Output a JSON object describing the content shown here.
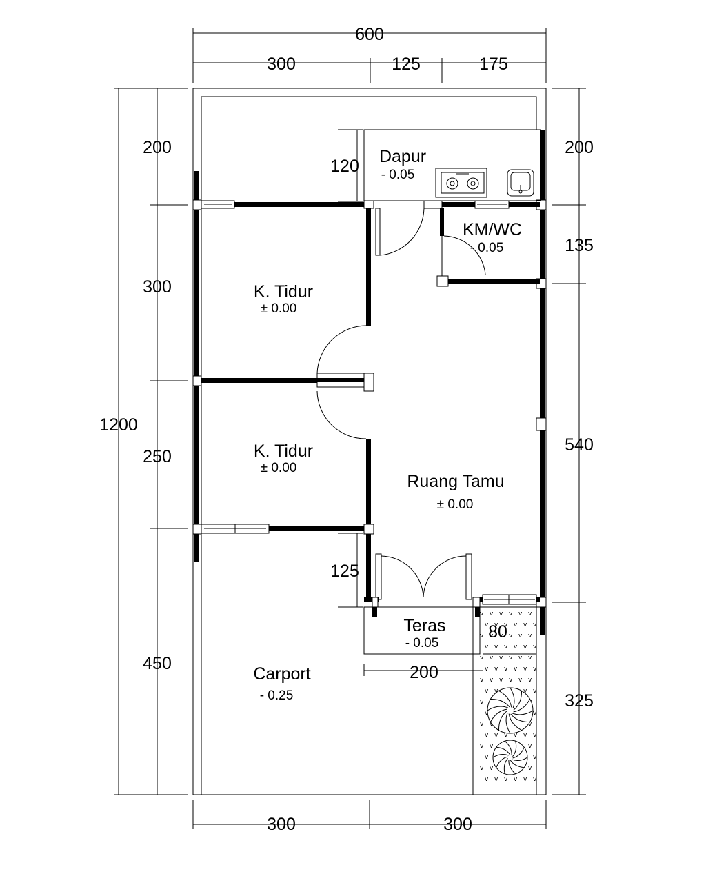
{
  "plan": {
    "total_width": "600",
    "total_length": "1200",
    "top_segments": [
      "300",
      "125",
      "175"
    ],
    "bottom_segments": [
      "300",
      "300"
    ],
    "left_segments": [
      "200",
      "300",
      "250",
      "450"
    ],
    "right_segments": [
      "200",
      "135",
      "540",
      "325"
    ],
    "inner_dims": {
      "kitchen_depth": "120",
      "entry_depth": "125",
      "terrace_width": "200",
      "garden_width": "80"
    },
    "rooms": {
      "dapur": {
        "name": "Dapur",
        "level": "- 0.05"
      },
      "kmwc": {
        "name": "KM/WC",
        "level": "- 0.05"
      },
      "tidur1": {
        "name": "K. Tidur",
        "level": "± 0.00"
      },
      "tidur2": {
        "name": "K. Tidur",
        "level": "± 0.00"
      },
      "ruang_tamu": {
        "name": "Ruang Tamu",
        "level": "± 0.00"
      },
      "teras": {
        "name": "Teras",
        "level": "- 0.05"
      },
      "carport": {
        "name": "Carport",
        "level": "- 0.25"
      }
    }
  }
}
